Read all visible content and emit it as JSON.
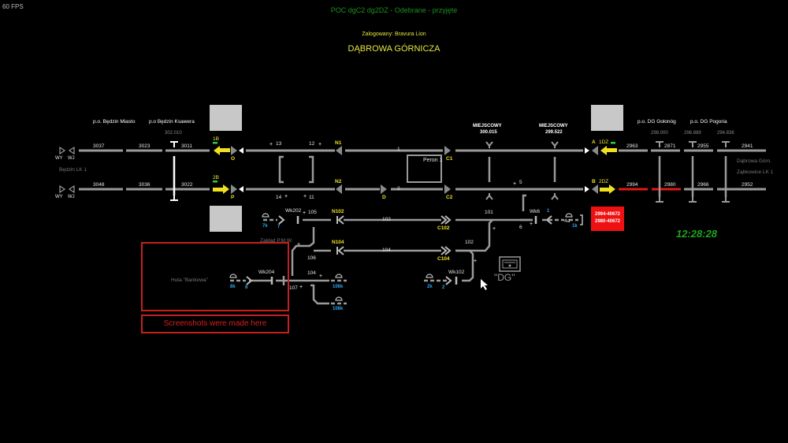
{
  "header": {
    "fps": "60 FPS",
    "title": "POC dgC2 dg2DZ - Odebrane - przyjęte",
    "logged_in": "Zalogowany: Bravura Lion",
    "station": "DĄBROWA GÓRNICZA"
  },
  "clock": "12:28:28",
  "stops": {
    "bedzin_miasto": "p.o. Będzin Miasto",
    "bedzin_ksawera": "p.o Będzin Ksawera",
    "dg_golonog": "p.o. DG Gołonóg",
    "dg_pogoria": "p.o. DG Pogoria"
  },
  "kilometers": {
    "k302": "302.010",
    "k300": "300.015",
    "k299": "299.522",
    "k298": "298.000",
    "k296": "296.889",
    "k294": "294.836"
  },
  "directions": {
    "left_line": "Będzin LK 1",
    "right_line_1": "Dąbrowa Górn.",
    "right_line_2": "Ząbkowice LK 1",
    "wy": "WY",
    "wj": "WJ"
  },
  "miejscowy": "MIEJSCOWY",
  "track_sections": {
    "t3037": "3037",
    "t3023": "3023",
    "t3011": "3011",
    "t3048": "3048",
    "t3036": "3036",
    "t3022": "3022",
    "t2963": "2963",
    "t2871": "2871",
    "t2955": "2955",
    "t2941": "2941",
    "t2994": "2994",
    "t2980": "2980",
    "t2966": "2966",
    "t2952": "2952"
  },
  "signals": {
    "s1b": "1B",
    "s2b": "2B",
    "o": "O",
    "p": "P",
    "n1": "N1",
    "n2": "N2",
    "c1": "C1",
    "c2": "C2",
    "d": "D",
    "a": "A",
    "b": "B",
    "s1dz": "1DZ",
    "s2dz": "2DZ",
    "n102": "N102",
    "n104": "N104",
    "c102": "C102",
    "c104": "C104"
  },
  "switches": {
    "sw13": "13",
    "sw12": "12",
    "sw14": "14",
    "sw11": "11",
    "sw5": "5",
    "sw105": "105",
    "sw106": "106",
    "sw107": "107",
    "sw6": "6",
    "sw4a": "4a"
  },
  "tracks": {
    "t1": "1",
    "t2": "2",
    "t101": "101",
    "t102": "102",
    "t104": "104",
    "t102b": "102",
    "t104b": "104",
    "t102c": "102"
  },
  "platform": "Peron 1",
  "sidings": {
    "wk202": "Wk202",
    "wk204": "Wk204",
    "wk102": "Wk102",
    "wk6": "Wk6",
    "zaklad": "Zakład P.M.W.",
    "huta": "Huta \"Bankowa\""
  },
  "shunt_signals": {
    "s7k": "7k",
    "s7": "7",
    "s8k": "8k",
    "s8": "8",
    "s2k": "2k",
    "s2": "2",
    "s1k": "1k",
    "s1": "1",
    "s106k": "106k",
    "s108k": "108k"
  },
  "alert": {
    "line1": "2994-40672",
    "line2": "2980-40672"
  },
  "dg_label": "\"DG\"",
  "annotation": "Screenshots were made here",
  "colors": {
    "track": "#9a9a9a",
    "occupied": "#e01818",
    "signal_yellow": "#f0e020",
    "green_status": "#1fa41f",
    "shunt_blue": "#2aa8f0"
  }
}
